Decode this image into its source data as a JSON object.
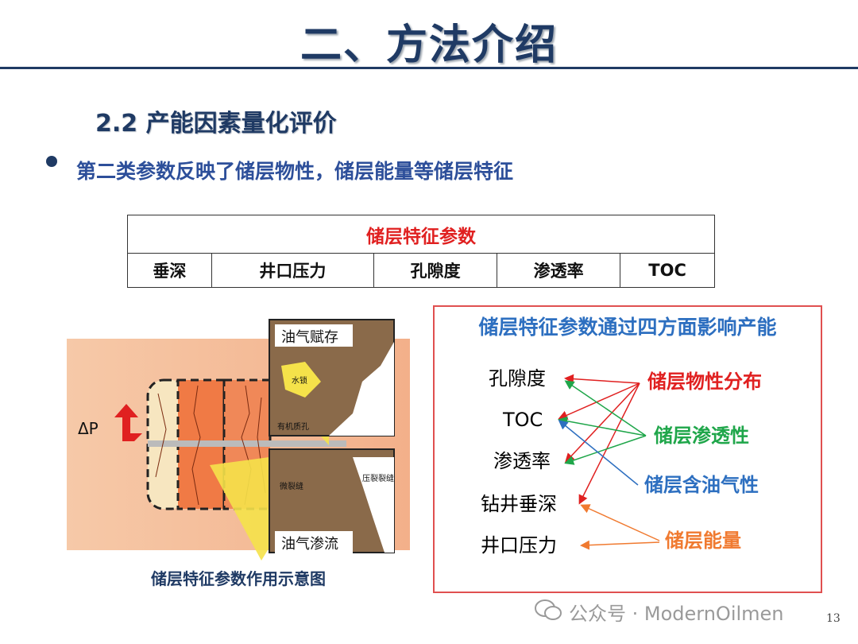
{
  "slide": {
    "title": "二、方法介绍",
    "subtitle": "2.2 产能因素量化评价",
    "bullet": "第二类参数反映了储层物性，储层能量等储层特征",
    "page_number": "13",
    "watermark": "公众号 · ModernOilmen"
  },
  "table": {
    "header": "储层特征参数",
    "cells": [
      "垂深",
      "井口压力",
      "孔隙度",
      "渗透率",
      "TOC"
    ]
  },
  "figure": {
    "caption": "储层特征参数作用示意图",
    "delta_p": "ΔP",
    "top_inset_label": "油气赋存",
    "bottom_inset_label": "油气渗流",
    "label_water_lock": "水锁",
    "label_organic_pore": "有机质孔",
    "label_micro_fracture": "微裂缝",
    "label_frac_fracture": "压裂裂缝"
  },
  "panel": {
    "title": "储层特征参数通过四方面影响产能",
    "left_items": [
      "孔隙度",
      "TOC",
      "渗透率",
      "钻井垂深",
      "井口压力"
    ],
    "right_items": [
      {
        "label": "储层物性分布",
        "color": "#e02020"
      },
      {
        "label": "储层渗透性",
        "color": "#1fa64a"
      },
      {
        "label": "储层含油气性",
        "color": "#2d6fc0"
      },
      {
        "label": "储层能量",
        "color": "#f07a30"
      }
    ]
  }
}
